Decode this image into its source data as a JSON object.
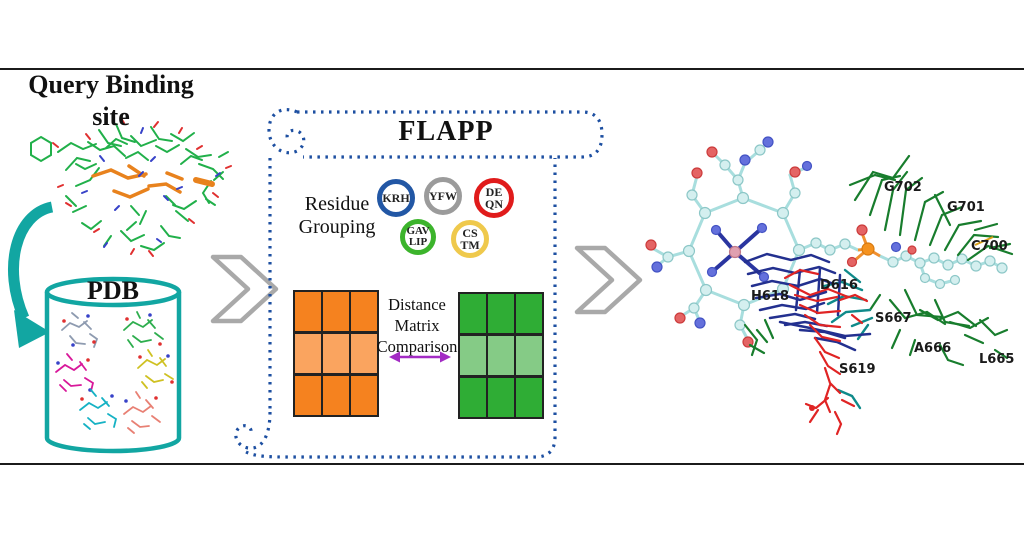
{
  "query_section": {
    "title_line1": "Query Binding",
    "title_line2": "site",
    "pdb_label": "PDB"
  },
  "flapp_panel": {
    "title": "FLAPP",
    "residue_grouping_line1": "Residue",
    "residue_grouping_line2": "Grouping",
    "residue_groups": [
      {
        "id": "KRH",
        "line1": "KRH",
        "line2": "",
        "ring_color": "#2257a5"
      },
      {
        "id": "YFW",
        "line1": "YFW",
        "line2": "",
        "ring_color": "#9b9b9b"
      },
      {
        "id": "DE-QN",
        "line1": "DE",
        "line2": "QN",
        "ring_color": "#e01b1b"
      },
      {
        "id": "GAV-LIP",
        "line1": "GAV",
        "line2": "LIP",
        "ring_color": "#3cb42c"
      },
      {
        "id": "CS-TM",
        "line1": "CS",
        "line2": "TM",
        "ring_color": "#efc94c"
      }
    ],
    "comparison_line1": "Distance",
    "comparison_line2": "Matrix",
    "comparison_line3": "Comparison"
  },
  "alignment_section": {
    "residue_labels": [
      "G702",
      "G701",
      "C700",
      "D616",
      "H618",
      "S667",
      "A666",
      "L665",
      "S619"
    ]
  },
  "icons": {
    "pdb_feed_arrow": "teal-curved-arrow",
    "flow_chevron": "gray-outline-chevron",
    "comparison_arrow": "purple-double-headed-arrow",
    "flapp_border": "blue-dotted-scroll"
  },
  "colors": {
    "teal_accent": "#12a6a2",
    "flapp_border_blue": "#1d4fa1",
    "matrix_orange_dark": "#f5821f",
    "matrix_orange_light": "#faa45f",
    "matrix_green_dark": "#2fad35",
    "matrix_green_light": "#85cb86",
    "comparison_arrow_purple": "#a32cc4",
    "chevron_gray": "#a9a9a9",
    "rule_black": "#1b1b1b"
  }
}
